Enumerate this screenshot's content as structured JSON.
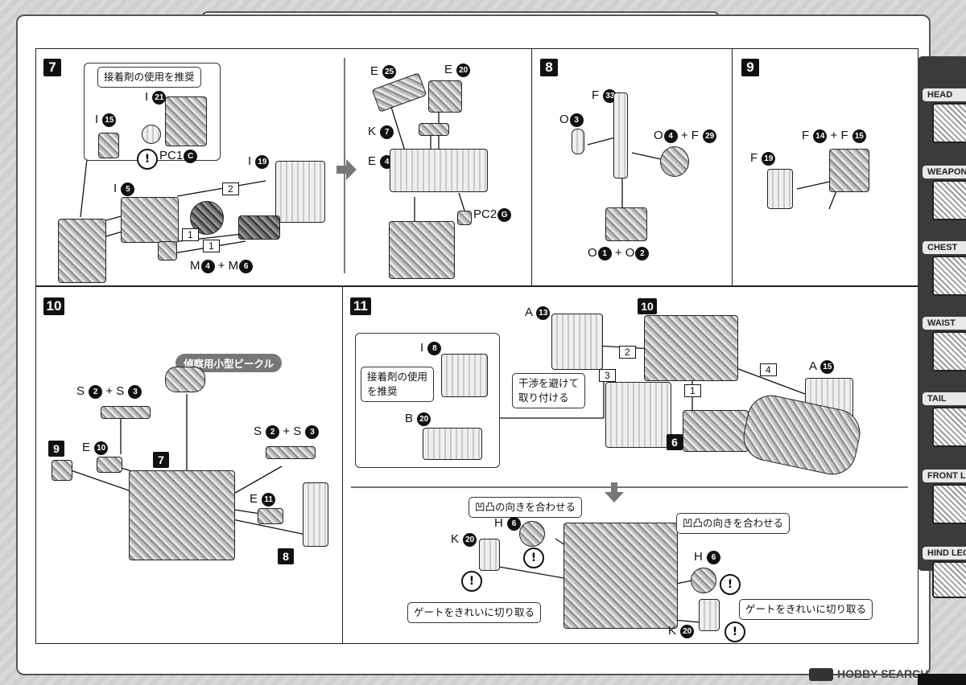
{
  "steps": {
    "s7": {
      "num": "7"
    },
    "s8": {
      "num": "8"
    },
    "s9": {
      "num": "9"
    },
    "s10": {
      "num": "10"
    },
    "s11": {
      "num": "11"
    },
    "ref10": "10",
    "ref9": "9",
    "ref7": "7",
    "ref8": "8",
    "ref6": "6"
  },
  "notes": {
    "glue_recommended": "接着剤の使用を推奨",
    "glue_line1": "接着剤の使用",
    "glue_line2": "を推奨",
    "avoid_line1": "干渉を避けて",
    "avoid_line2": "取り付ける",
    "align_bumps": "凹凸の向きを合わせる",
    "cut_gate": "ゲートをきれいに切り取る",
    "scout_vehicle": "偵察用小型ビークル"
  },
  "labels": {
    "s7_I21": {
      "letter": "I",
      "num": "21"
    },
    "s7_I15": {
      "letter": "I",
      "num": "15"
    },
    "s7_PC1": {
      "letter": "PC1",
      "num": "C"
    },
    "s7_I19": {
      "letter": "I",
      "num": "19"
    },
    "s7_I5": {
      "letter": "I",
      "num": "5"
    },
    "s7_M4": {
      "letter": "M",
      "num": "4"
    },
    "s7_M6": {
      "letter": "M",
      "num": "6"
    },
    "s7b_E25": {
      "letter": "E",
      "num": "25"
    },
    "s7b_E20": {
      "letter": "E",
      "num": "20"
    },
    "s7b_K7": {
      "letter": "K",
      "num": "7"
    },
    "s7b_E4": {
      "letter": "E",
      "num": "4"
    },
    "s7b_PC2": {
      "letter": "PC2",
      "num": "G"
    },
    "s8_F33": {
      "letter": "F",
      "num": "33"
    },
    "s8_O3": {
      "letter": "O",
      "num": "3"
    },
    "s8_O4": {
      "letter": "O",
      "num": "4"
    },
    "s8_F29": {
      "letter": "F",
      "num": "29"
    },
    "s8_O1": {
      "letter": "O",
      "num": "1"
    },
    "s8_O2": {
      "letter": "O",
      "num": "2"
    },
    "s9_F14": {
      "letter": "F",
      "num": "14"
    },
    "s9_F15": {
      "letter": "F",
      "num": "15"
    },
    "s9_F19": {
      "letter": "F",
      "num": "19"
    },
    "s10_S2a": {
      "letter": "S",
      "num": "2"
    },
    "s10_S3a": {
      "letter": "S",
      "num": "3"
    },
    "s10_E10": {
      "letter": "E",
      "num": "10"
    },
    "s10_S2b": {
      "letter": "S",
      "num": "2"
    },
    "s10_S3b": {
      "letter": "S",
      "num": "3"
    },
    "s10_E11": {
      "letter": "E",
      "num": "11"
    },
    "s11_A13": {
      "letter": "A",
      "num": "13"
    },
    "s11_A15": {
      "letter": "A",
      "num": "15"
    },
    "s11_I8": {
      "letter": "I",
      "num": "8"
    },
    "s11_B20": {
      "letter": "B",
      "num": "20"
    },
    "s11_H6a": {
      "letter": "H",
      "num": "6"
    },
    "s11_K20a": {
      "letter": "K",
      "num": "20"
    },
    "s11_H6b": {
      "letter": "H",
      "num": "6"
    },
    "s11_K20b": {
      "letter": "K",
      "num": "20"
    }
  },
  "plus": "+",
  "order_marks": {
    "one": "1",
    "two": "2",
    "three": "3",
    "four": "4"
  },
  "warn_symbol": "!",
  "side_tabs": [
    {
      "label": "HEAD"
    },
    {
      "label": "WEAPON"
    },
    {
      "label": "CHEST"
    },
    {
      "label": "WAIST"
    },
    {
      "label": "TAIL"
    },
    {
      "label": "FRONT LEG"
    },
    {
      "label": "HIND LEG"
    }
  ],
  "watermark": "HOBBY SEARCH"
}
